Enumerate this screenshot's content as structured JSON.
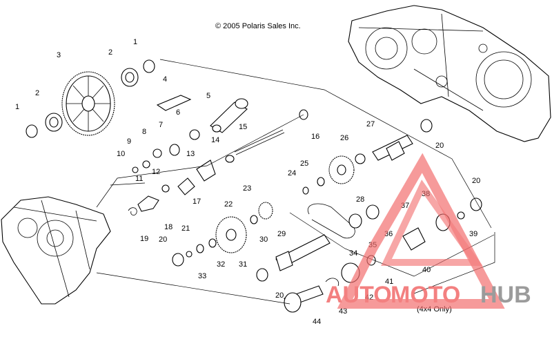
{
  "diagram": {
    "copyright": "© 2005 Polaris Sales Inc.",
    "note": "(4x4 Only)",
    "callouts": [
      {
        "id": "c1a",
        "text": "1"
      },
      {
        "id": "c1b",
        "text": "1"
      },
      {
        "id": "c2a",
        "text": "2"
      },
      {
        "id": "c2b",
        "text": "2"
      },
      {
        "id": "c3",
        "text": "3"
      },
      {
        "id": "c4",
        "text": "4"
      },
      {
        "id": "c5",
        "text": "5"
      },
      {
        "id": "c6",
        "text": "6"
      },
      {
        "id": "c7",
        "text": "7"
      },
      {
        "id": "c8",
        "text": "8"
      },
      {
        "id": "c9",
        "text": "9"
      },
      {
        "id": "c10",
        "text": "10"
      },
      {
        "id": "c11",
        "text": "11"
      },
      {
        "id": "c12",
        "text": "12"
      },
      {
        "id": "c13",
        "text": "13"
      },
      {
        "id": "c14",
        "text": "14"
      },
      {
        "id": "c15",
        "text": "15"
      },
      {
        "id": "c16",
        "text": "16"
      },
      {
        "id": "c17",
        "text": "17"
      },
      {
        "id": "c18",
        "text": "18"
      },
      {
        "id": "c19",
        "text": "19"
      },
      {
        "id": "c20a",
        "text": "20"
      },
      {
        "id": "c20b",
        "text": "20"
      },
      {
        "id": "c20c",
        "text": "20"
      },
      {
        "id": "c20d",
        "text": "20"
      },
      {
        "id": "c21",
        "text": "21"
      },
      {
        "id": "c22",
        "text": "22"
      },
      {
        "id": "c23",
        "text": "23"
      },
      {
        "id": "c24",
        "text": "24"
      },
      {
        "id": "c25",
        "text": "25"
      },
      {
        "id": "c26",
        "text": "26"
      },
      {
        "id": "c27",
        "text": "27"
      },
      {
        "id": "c28",
        "text": "28"
      },
      {
        "id": "c29",
        "text": "29"
      },
      {
        "id": "c30",
        "text": "30"
      },
      {
        "id": "c31",
        "text": "31"
      },
      {
        "id": "c32",
        "text": "32"
      },
      {
        "id": "c33",
        "text": "33"
      },
      {
        "id": "c34",
        "text": "34"
      },
      {
        "id": "c35",
        "text": "35"
      },
      {
        "id": "c36",
        "text": "36"
      },
      {
        "id": "c37",
        "text": "37"
      },
      {
        "id": "c38",
        "text": "38"
      },
      {
        "id": "c39",
        "text": "39"
      },
      {
        "id": "c40",
        "text": "40"
      },
      {
        "id": "c41",
        "text": "41"
      },
      {
        "id": "c42",
        "text": "42"
      },
      {
        "id": "c43",
        "text": "43"
      },
      {
        "id": "c44",
        "text": "44"
      }
    ]
  },
  "watermark": {
    "part1": "AUTO",
    "part2": "MOTO",
    "part3": "HUB",
    "color_primary": "#f26b6b",
    "color_secondary": "#8a8a8a"
  }
}
